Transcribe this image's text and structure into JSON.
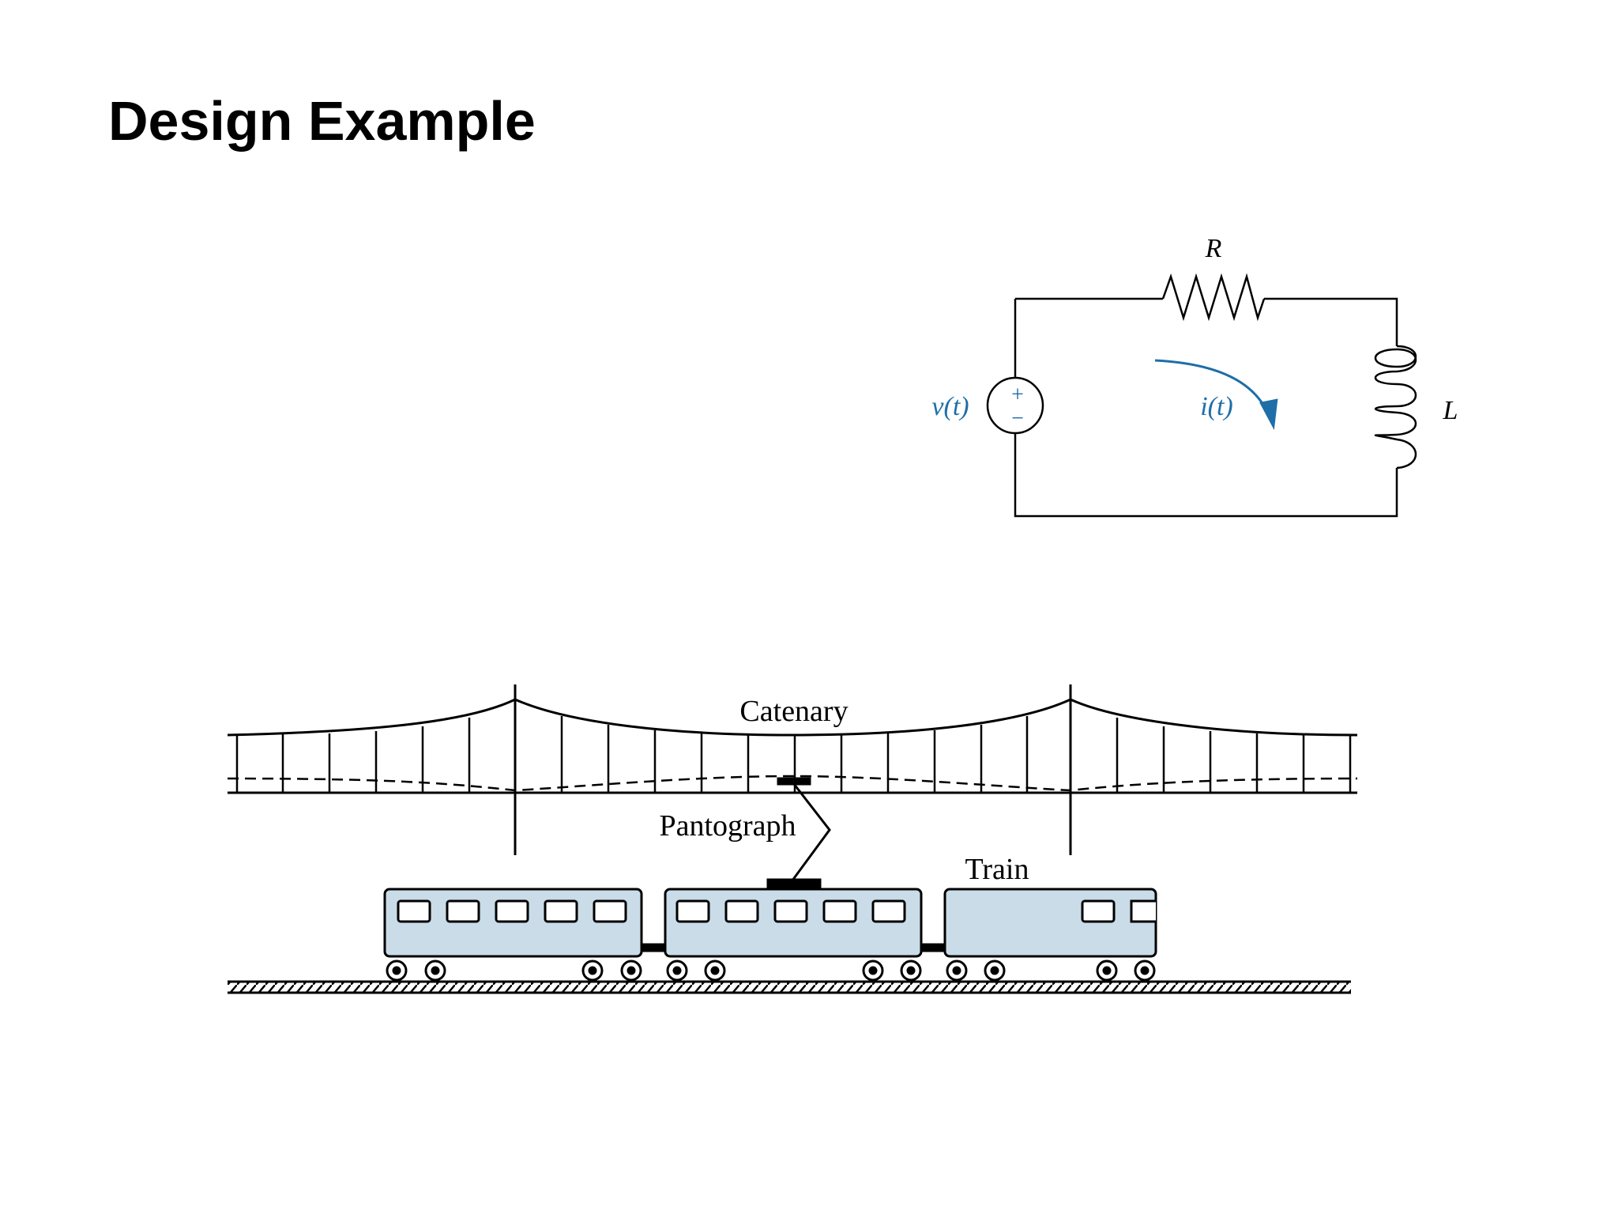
{
  "slide": {
    "title": "Design Example"
  },
  "circuit": {
    "resistor_label": "R",
    "inductor_label": "L",
    "source_label": "v(t)",
    "current_label": "i(t)",
    "plus_sign": "+",
    "minus_sign": "−",
    "accent_color": "#1e6ea8"
  },
  "train_figure": {
    "catenary_label": "Catenary",
    "pantograph_label": "Pantograph",
    "train_label": "Train",
    "car_color": "#c9dce8"
  }
}
